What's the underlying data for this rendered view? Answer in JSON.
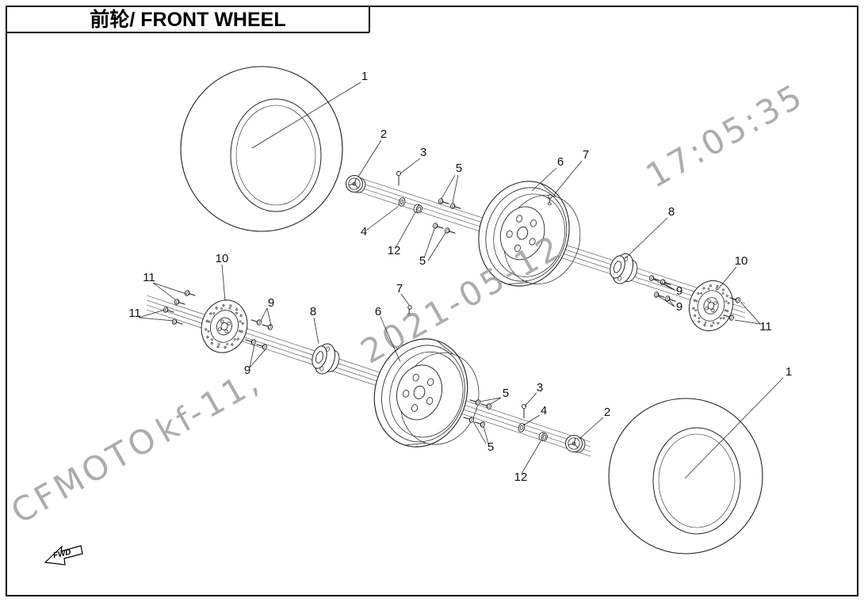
{
  "header": {
    "title": "前轮/ FRONT WHEEL"
  },
  "watermark": {
    "color": "#989898",
    "parts": [
      "CFMOTO",
      "kf-11,",
      "2021-05-12",
      "17:05:35"
    ]
  },
  "fwd": {
    "label": "FWD"
  },
  "colors": {
    "ink": "#1a1a1a",
    "background": "#ffffff",
    "border": "#000000"
  },
  "callouts": {
    "upper": [
      "1",
      "2",
      "3",
      "5",
      "4",
      "12",
      "5",
      "6",
      "7",
      "8",
      "9",
      "9",
      "10",
      "11"
    ],
    "lower": [
      "11",
      "11",
      "10",
      "9",
      "8",
      "6",
      "7",
      "9",
      "5",
      "3",
      "4",
      "5",
      "12",
      "2",
      "1"
    ]
  }
}
